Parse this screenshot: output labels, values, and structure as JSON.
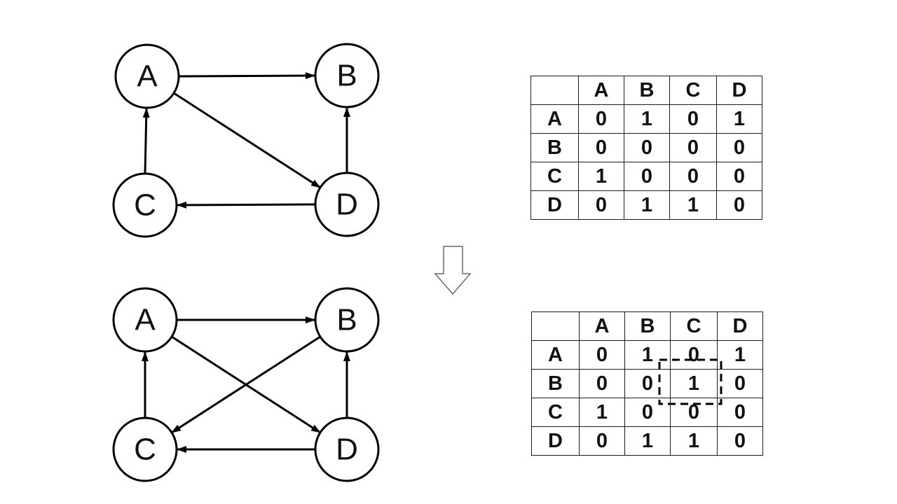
{
  "graphs": {
    "top": {
      "nodes": [
        "A",
        "B",
        "C",
        "D"
      ],
      "edges": [
        "A→B",
        "A→D",
        "C→A",
        "D→B",
        "D→C"
      ]
    },
    "bottom": {
      "nodes": [
        "A",
        "B",
        "C",
        "D"
      ],
      "edges": [
        "A→B",
        "A→D",
        "B→C",
        "C→A",
        "D→B",
        "D→C"
      ]
    }
  },
  "transform_arrow": "down-block-arrow",
  "matrices": {
    "top": {
      "corner": "",
      "col_headers": [
        "A",
        "B",
        "C",
        "D"
      ],
      "rows": [
        {
          "header": "A",
          "values": [
            "0",
            "1",
            "0",
            "1"
          ]
        },
        {
          "header": "B",
          "values": [
            "0",
            "0",
            "0",
            "0"
          ]
        },
        {
          "header": "C",
          "values": [
            "1",
            "0",
            "0",
            "0"
          ]
        },
        {
          "header": "D",
          "values": [
            "0",
            "1",
            "1",
            "0"
          ]
        }
      ]
    },
    "bottom": {
      "corner": "",
      "col_headers": [
        "A",
        "B",
        "C",
        "D"
      ],
      "rows": [
        {
          "header": "A",
          "values": [
            "0",
            "1",
            "0",
            "1"
          ]
        },
        {
          "header": "B",
          "values": [
            "0",
            "0",
            "1",
            "0"
          ]
        },
        {
          "header": "C",
          "values": [
            "1",
            "0",
            "0",
            "0"
          ]
        },
        {
          "header": "D",
          "values": [
            "0",
            "1",
            "1",
            "0"
          ]
        }
      ],
      "highlight": {
        "row": "B",
        "col": "C",
        "value": "1"
      }
    }
  },
  "colors": {
    "stroke": "#000000",
    "block_arrow_outline": "#6a6a6a",
    "background": "#ffffff"
  }
}
